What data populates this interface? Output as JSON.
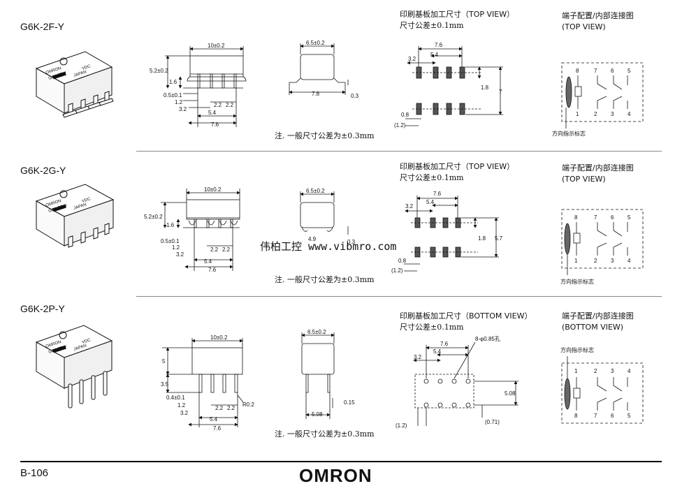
{
  "page": {
    "number": "B-106",
    "brand": "OMRON",
    "watermark": "伟柏工控 www.vibmro.com"
  },
  "common": {
    "case_marking": [
      "OMRON",
      "G6K-2F-Y",
      "5",
      "VDC",
      "JAPAN"
    ]
  },
  "sections": [
    {
      "model": "G6K-2F-Y",
      "dims_side": {
        "length": "10±0.2",
        "height": "5.2±0.2",
        "stand": "1.6",
        "terminal": "0.5±0.1",
        "pitch1": "1.2",
        "pitch2": "3.2",
        "pitch3": "5.4",
        "overall": "7.6",
        "inner1": "2.2",
        "inner2": "2.2"
      },
      "dims_end": {
        "width": "6.5±0.2",
        "span": "7.8",
        "thickness": "0.3"
      },
      "note": "注. 一般尺寸公差为±0.3mm",
      "pcb_title": "印刷基板加工尺寸（TOP VIEW）",
      "pcb_tol": "尺寸公差±0.1mm",
      "pcb": {
        "w": "7.6",
        "a": "5.4",
        "b": "3.2",
        "c": "1.8",
        "h": "7",
        "d": "0.8",
        "e": "(1.2)"
      },
      "term_title": "端子配置/内部连接图",
      "term_view": "(TOP VIEW)",
      "pins_top": [
        "8",
        "7",
        "6",
        "5"
      ],
      "pins_bottom": [
        "1",
        "2",
        "3",
        "4"
      ],
      "orient_label": "方向指示标志"
    },
    {
      "model": "G6K-2G-Y",
      "dims_side": {
        "length": "10±0.2",
        "height": "5.2±0.2",
        "stand": "1.6",
        "terminal": "0.5±0.1",
        "pitch1": "1.2",
        "pitch2": "3.2",
        "pitch3": "5.4",
        "overall": "7.6",
        "inner1": "2.2",
        "inner2": "2.2"
      },
      "dims_end": {
        "width": "6.5±0.2",
        "span": "4.9",
        "thickness": "0.3"
      },
      "note": "注. 一般尺寸公差为±0.3mm",
      "pcb_title": "印刷基板加工尺寸（TOP VIEW）",
      "pcb_tol": "尺寸公差±0.1mm",
      "pcb": {
        "w": "7.6",
        "a": "5.4",
        "b": "3.2",
        "c": "1.8",
        "h": "5.7",
        "d": "0.8",
        "e": "(1.2)"
      },
      "term_title": "端子配置/内部连接图",
      "term_view": "(TOP VIEW)",
      "pins_top": [
        "8",
        "7",
        "6",
        "5"
      ],
      "pins_bottom": [
        "1",
        "2",
        "3",
        "4"
      ],
      "orient_label": "方向指示标志"
    },
    {
      "model": "G6K-2P-Y",
      "dims_side": {
        "length": "10±0.2",
        "height": "5",
        "stand": "3.5",
        "terminal": "0.4±0.1",
        "pitch1": "1.2",
        "pitch2": "3.2",
        "pitch3": "5.4",
        "overall": "7.6",
        "inner1": "2.2",
        "inner2": "2.2",
        "radius": "R0.2"
      },
      "dims_end": {
        "width": "6.5±0.2",
        "span": "5.08",
        "thickness": "0.15"
      },
      "note": "注. 一般尺寸公差为±0.3mm",
      "pcb_title": "印刷基板加工尺寸（BOTTOM VIEW）",
      "pcb_tol": "尺寸公差±0.1mm",
      "pcb": {
        "w": "7.6",
        "a": "5.4",
        "b": "3.2",
        "holes": "8-φ0.85孔",
        "h": "5.08",
        "e": "(1.2)",
        "f": "(0.71)"
      },
      "term_title": "端子配置/内部连接图",
      "term_view": "(BOTTOM VIEW)",
      "pins_top": [
        "1",
        "2",
        "3",
        "4"
      ],
      "pins_bottom": [
        "8",
        "7",
        "6",
        "5"
      ],
      "orient_label": "方向指示标志"
    }
  ]
}
